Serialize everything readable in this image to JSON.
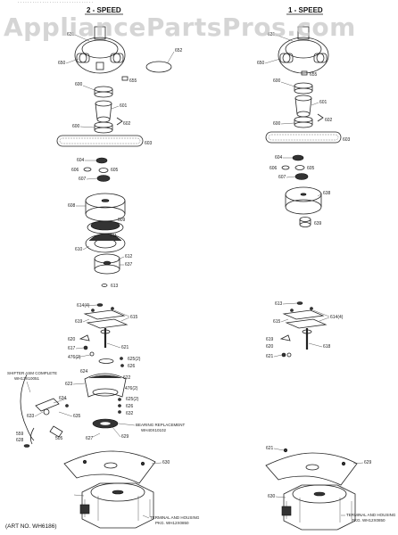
{
  "watermark": "AppliancePartsPros.com",
  "top_strip": "· · · · · · · · · · · · · · · · · · · · · · · · · · · · · · ·",
  "headers": {
    "left": "2 - SPEED",
    "right": "1 - SPEED"
  },
  "left_labels": [
    {
      "id": "l631",
      "text": "631"
    },
    {
      "id": "l650",
      "text": "650"
    },
    {
      "id": "l652",
      "text": "652"
    },
    {
      "id": "l655",
      "text": "655"
    },
    {
      "id": "l600",
      "text": "600"
    },
    {
      "id": "l601",
      "text": "601"
    },
    {
      "id": "l600b",
      "text": "600"
    },
    {
      "id": "l602",
      "text": "602"
    },
    {
      "id": "l603",
      "text": "603"
    },
    {
      "id": "l604",
      "text": "604"
    },
    {
      "id": "l606",
      "text": "606"
    },
    {
      "id": "l605",
      "text": "605"
    },
    {
      "id": "l607",
      "text": "607"
    },
    {
      "id": "l608",
      "text": "608"
    },
    {
      "id": "l609",
      "text": "609"
    },
    {
      "id": "l610",
      "text": "610"
    },
    {
      "id": "l611",
      "text": "611"
    },
    {
      "id": "l612",
      "text": "612"
    },
    {
      "id": "l637",
      "text": "637"
    },
    {
      "id": "l613",
      "text": "613"
    },
    {
      "id": "l614",
      "text": "614(4)"
    },
    {
      "id": "l615",
      "text": "615"
    },
    {
      "id": "l619",
      "text": "619"
    },
    {
      "id": "l620",
      "text": "620"
    },
    {
      "id": "l617",
      "text": "617"
    },
    {
      "id": "l621",
      "text": "621"
    },
    {
      "id": "l476a",
      "text": "476(2)"
    },
    {
      "id": "l625a",
      "text": "625(2)"
    },
    {
      "id": "l626",
      "text": "626"
    },
    {
      "id": "l624",
      "text": "624"
    },
    {
      "id": "l622",
      "text": "622"
    },
    {
      "id": "l623",
      "text": "623"
    },
    {
      "id": "l476b",
      "text": "476(2)"
    },
    {
      "id": "l625b",
      "text": "625(2)"
    },
    {
      "id": "l626b",
      "text": "626"
    },
    {
      "id": "l632",
      "text": "632"
    },
    {
      "id": "l634",
      "text": "634"
    },
    {
      "id": "l635",
      "text": "635"
    },
    {
      "id": "l633",
      "text": "633"
    },
    {
      "id": "l505",
      "text": "505"
    },
    {
      "id": "l559",
      "text": "559"
    },
    {
      "id": "l628",
      "text": "628"
    },
    {
      "id": "l627",
      "text": "627"
    },
    {
      "id": "l629",
      "text": "629"
    },
    {
      "id": "l630",
      "text": "630"
    }
  ],
  "right_labels": [
    {
      "id": "r631",
      "text": "631"
    },
    {
      "id": "r650",
      "text": "650"
    },
    {
      "id": "r655",
      "text": "655"
    },
    {
      "id": "r600",
      "text": "600"
    },
    {
      "id": "r601",
      "text": "601"
    },
    {
      "id": "r600b",
      "text": "600"
    },
    {
      "id": "r602",
      "text": "602"
    },
    {
      "id": "r603",
      "text": "603"
    },
    {
      "id": "r604",
      "text": "604"
    },
    {
      "id": "r606",
      "text": "606"
    },
    {
      "id": "r605",
      "text": "605"
    },
    {
      "id": "r607",
      "text": "607"
    },
    {
      "id": "r638",
      "text": "638"
    },
    {
      "id": "r639",
      "text": "639"
    },
    {
      "id": "r613",
      "text": "613"
    },
    {
      "id": "r614",
      "text": "614(4)"
    },
    {
      "id": "r615",
      "text": "615"
    },
    {
      "id": "r619",
      "text": "619"
    },
    {
      "id": "r620",
      "text": "620"
    },
    {
      "id": "r618",
      "text": "618"
    },
    {
      "id": "r621",
      "text": "621"
    },
    {
      "id": "r629",
      "text": "629"
    },
    {
      "id": "r630",
      "text": "630"
    }
  ],
  "callouts": {
    "shifter_1": "SHIFTER ASM COMPLETE",
    "shifter_2": "WH13X10051",
    "bearing_1": "BEARING REPLACEMENT",
    "bearing_2": "WH40X10102",
    "term_left_1": "TERMINAL AND HOUSING",
    "term_left_2": "PKG. WH12X0850",
    "term_right_1": "TERMINAL AND HOUSING",
    "term_right_2": "PKG. WH12X0850"
  },
  "art_no": "(ART NO. WH6186)"
}
